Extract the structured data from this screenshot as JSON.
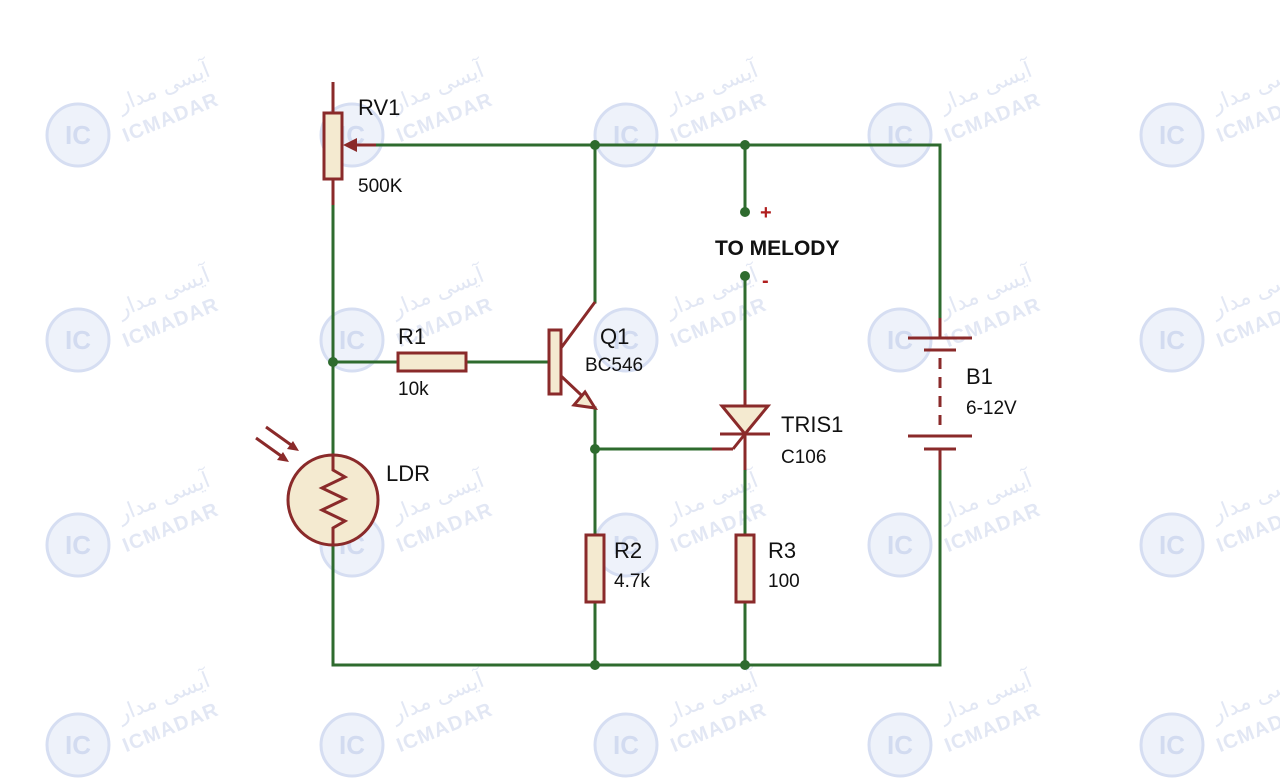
{
  "watermark": {
    "logo_text": "IC",
    "text_fa": "آیسی مدار",
    "text_en": "ICMADAR"
  },
  "colors": {
    "wire": "#2e6b2e",
    "component": "#8a2a2a",
    "component_fill": "#f4ead0",
    "polarity": "#b01e1e"
  },
  "components": {
    "rv1": {
      "name": "RV1",
      "value": "500K"
    },
    "r1": {
      "name": "R1",
      "value": "10k"
    },
    "q1": {
      "name": "Q1",
      "value": "BC546"
    },
    "ldr": {
      "name": "LDR"
    },
    "r2": {
      "name": "R2",
      "value": "4.7k"
    },
    "r3": {
      "name": "R3",
      "value": "100"
    },
    "tris1": {
      "name": "TRIS1",
      "value": "C106"
    },
    "b1": {
      "name": "B1",
      "value": "6-12V"
    }
  },
  "melody": {
    "label": "TO MELODY",
    "plus": "+",
    "minus": "-"
  }
}
